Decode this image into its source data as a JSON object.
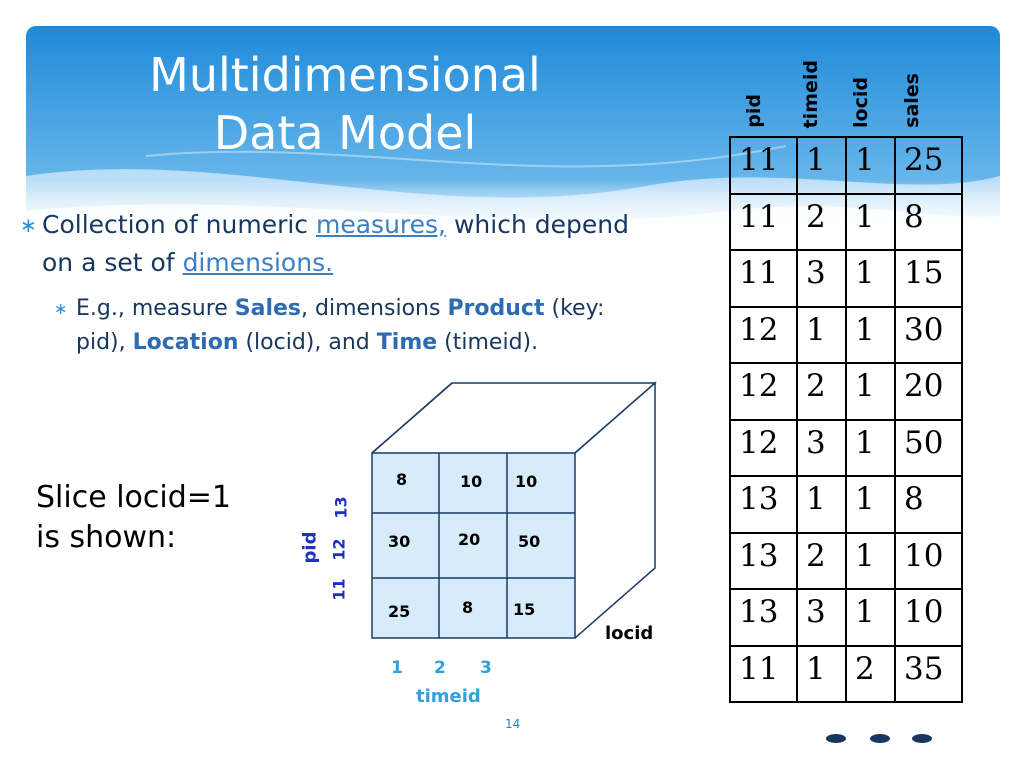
{
  "title": {
    "line1": "Multidimensional",
    "line2": "Data Model"
  },
  "bullet1": {
    "prefix": "Collection of numeric ",
    "measures": "measures,",
    "middle": "  which depend",
    "line2_prefix": "on a set of ",
    "dimensions": "dimensions."
  },
  "bullet2": {
    "p1": "E.g., measure ",
    "sales": "Sales",
    "p2": ", dimensions ",
    "product": "Product",
    "p3": " (key:",
    "p4": "pid), ",
    "location": "Location",
    "p5": " (locid), and ",
    "time": "Time",
    "p6": " (timeid)."
  },
  "slice": {
    "line1": "Slice locid=1",
    "line2": "is shown:"
  },
  "cube": {
    "rows": [
      [
        "8",
        "10",
        "10"
      ],
      [
        "30",
        "20",
        "50"
      ],
      [
        "25",
        "8",
        "15"
      ]
    ],
    "timeid_ticks": [
      "1",
      "2",
      "3"
    ],
    "pid_ticks": [
      "11",
      "12",
      "13"
    ],
    "timeid_label": "timeid",
    "pid_label": "pid",
    "locid_label": "locid"
  },
  "page_number": "14",
  "table": {
    "headers": [
      "pid",
      "timeid",
      "locid",
      "sales"
    ],
    "rows": [
      [
        "11",
        "1",
        "1",
        "25"
      ],
      [
        "11",
        "2",
        "1",
        "8"
      ],
      [
        "11",
        "3",
        "1",
        "15"
      ],
      [
        "12",
        "1",
        "1",
        "30"
      ],
      [
        "12",
        "2",
        "1",
        "20"
      ],
      [
        "12",
        "3",
        "1",
        "50"
      ],
      [
        "13",
        "1",
        "1",
        "8"
      ],
      [
        "13",
        "2",
        "1",
        "10"
      ],
      [
        "13",
        "3",
        "1",
        "10"
      ],
      [
        "11",
        "1",
        "2",
        "35"
      ]
    ]
  },
  "colors": {
    "header_blue": "#2f8fd8",
    "cell_fill": "#d6ecfb",
    "dark_navy": "#17375e"
  }
}
